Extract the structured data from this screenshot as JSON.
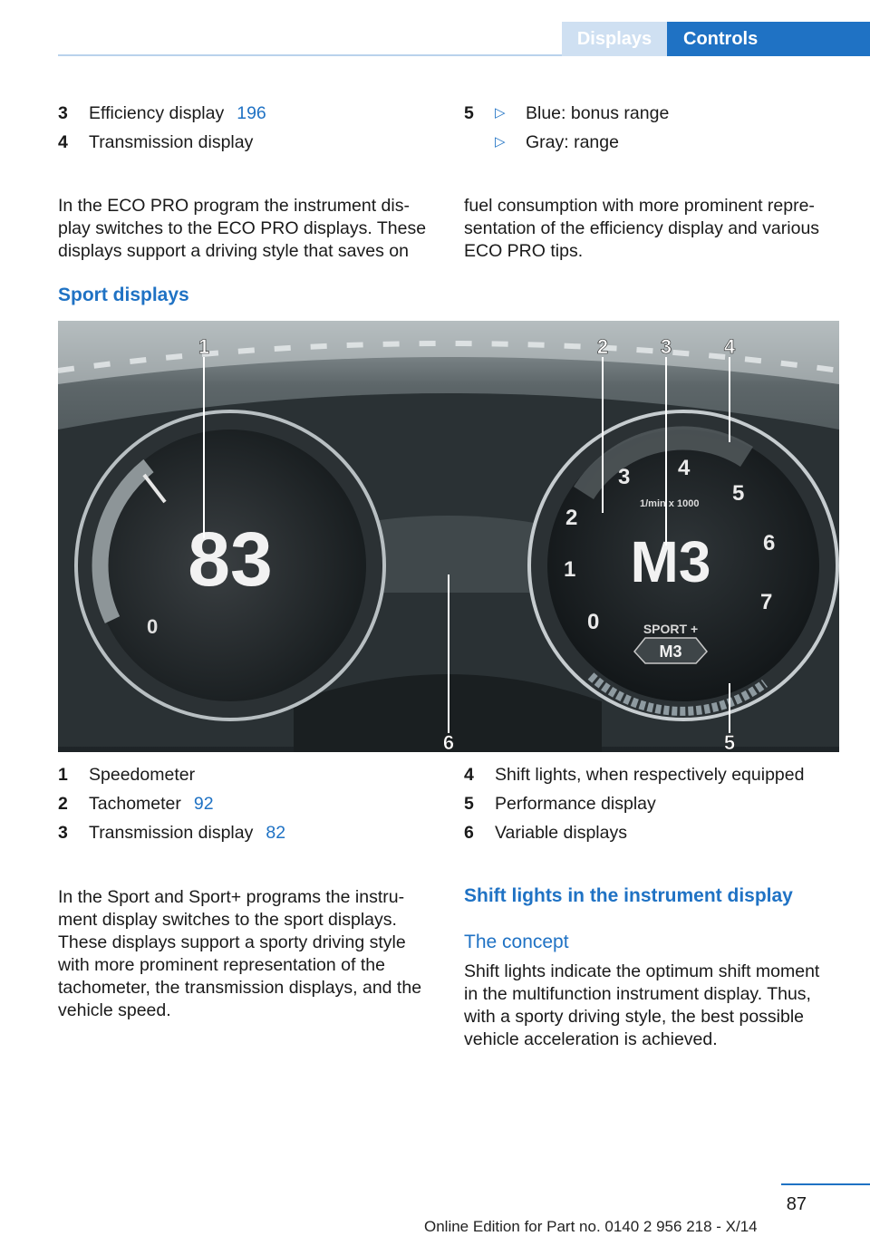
{
  "header": {
    "tab_displays": "Displays",
    "tab_controls": "Controls"
  },
  "top_list_left": [
    {
      "num": "3",
      "text": "Efficiency display",
      "ref": "196"
    },
    {
      "num": "4",
      "text": "Transmission display"
    }
  ],
  "top_list_right": {
    "num": "5",
    "bullets": [
      "Blue: bonus range",
      "Gray: range"
    ]
  },
  "bullet_symbol": "▷",
  "eco_para_left": [
    "In the ECO PRO program the instrument dis-",
    "play switches to the ECO PRO displays. These",
    "displays support a driving style that saves on"
  ],
  "eco_para_right": [
    "fuel consumption with more prominent repre-",
    "sentation of the efficiency display and various",
    "ECO PRO tips."
  ],
  "sport_heading": "Sport displays",
  "figure": {
    "callouts": [
      "1",
      "2",
      "3",
      "4",
      "5",
      "6"
    ],
    "speed": "83",
    "speed_zero": "0",
    "gear": "M3",
    "tach_numbers": [
      "0",
      "1",
      "2",
      "3",
      "4",
      "5",
      "6",
      "7"
    ],
    "tach_unit": "1/min x 1000",
    "mode": "SPORT +",
    "mode_gear": "M3"
  },
  "legend_left": [
    {
      "num": "1",
      "text": "Speedometer"
    },
    {
      "num": "2",
      "text": "Tachometer",
      "ref": "92"
    },
    {
      "num": "3",
      "text": "Transmission display",
      "ref": "82"
    }
  ],
  "legend_right": [
    {
      "num": "4",
      "text": "Shift lights, when respectively equipped"
    },
    {
      "num": "5",
      "text": "Performance display"
    },
    {
      "num": "6",
      "text": "Variable displays"
    }
  ],
  "sport_para": [
    "In the Sport and Sport+ programs the instru-",
    "ment display switches to the sport displays.",
    "These displays support a sporty driving style",
    "with more prominent representation of the",
    "tachometer, the transmission displays, and the",
    "vehicle speed."
  ],
  "shift_heading": "Shift lights in the instrument display",
  "concept_heading": "The concept",
  "concept_para": [
    "Shift lights indicate the optimum shift moment",
    "in the multifunction instrument display. Thus,",
    "with a sporty driving style, the best possible",
    "vehicle acceleration is achieved."
  ],
  "footer": {
    "page": "87",
    "online": "Online Edition for Part no. 0140 2 956 218 - X/14"
  }
}
